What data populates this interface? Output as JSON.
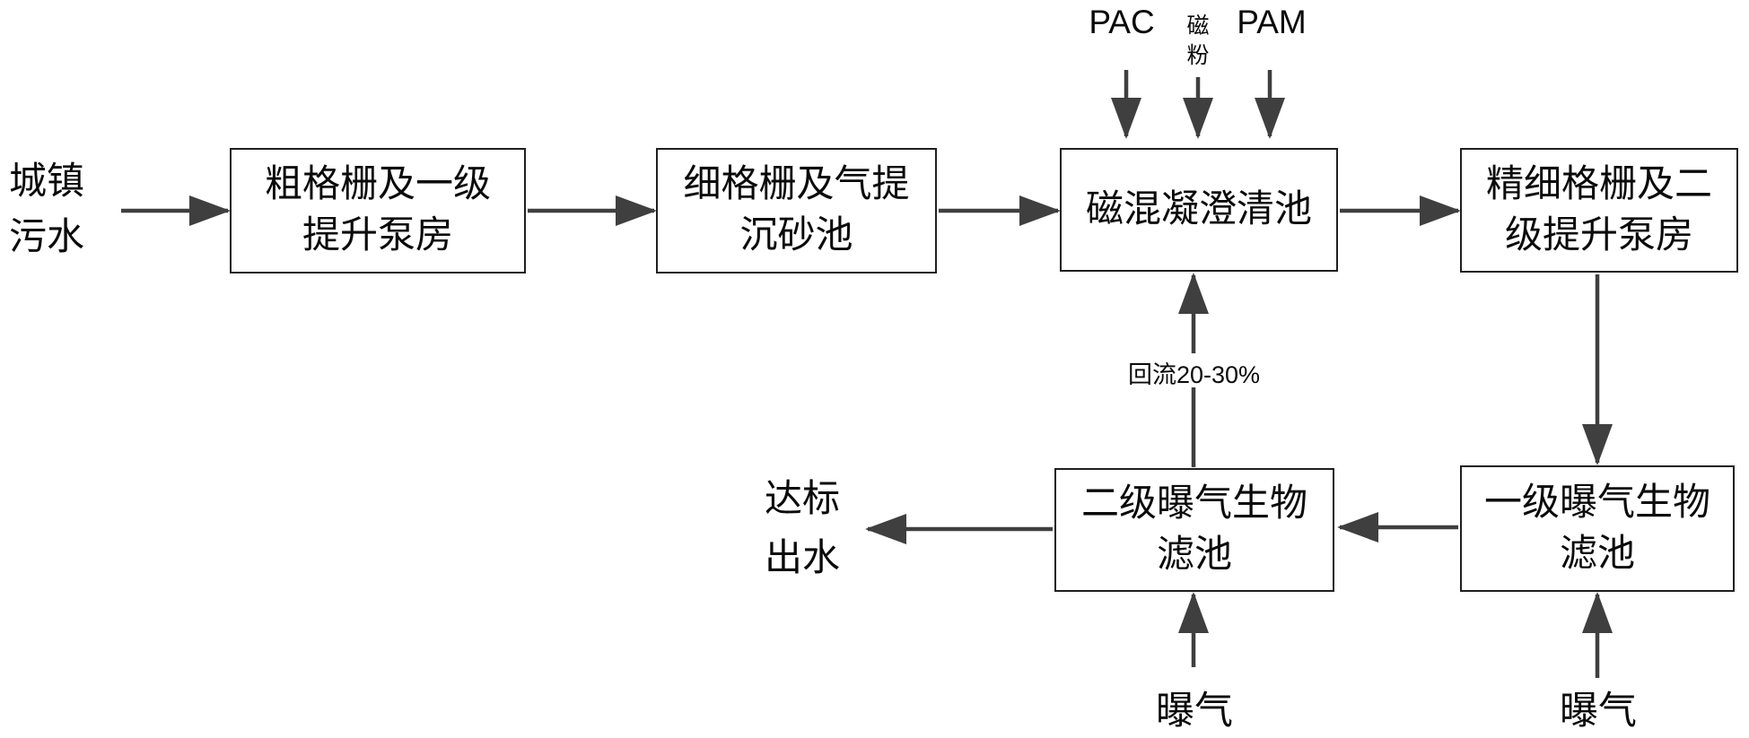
{
  "colors": {
    "background": "#ffffff",
    "connector_line": "#3f3f3f",
    "box_border": "#1f1f1f",
    "text": "#0a0a0a"
  },
  "nodes": {
    "influent_label": "城镇\n污水",
    "coarse_screen": "粗格栅及一级\n提升泵房",
    "fine_screen": "细格栅及气提\n沉砂池",
    "magnetic_clarifier": "磁混凝澄清池",
    "superfine_screen": "精细格栅及二\n级提升泵房",
    "primary_biofilter": "一级曝气生物\n滤池",
    "secondary_biofilter": "二级曝气生物\n滤池",
    "effluent_label": "达标\n出水"
  },
  "chemical_inputs": {
    "pac": "PAC",
    "magnetic_powder": "磁\n粉",
    "pam": "PAM"
  },
  "flow_labels": {
    "reflux": "回流20-30%",
    "aeration_secondary": "曝气",
    "aeration_primary": "曝气"
  }
}
